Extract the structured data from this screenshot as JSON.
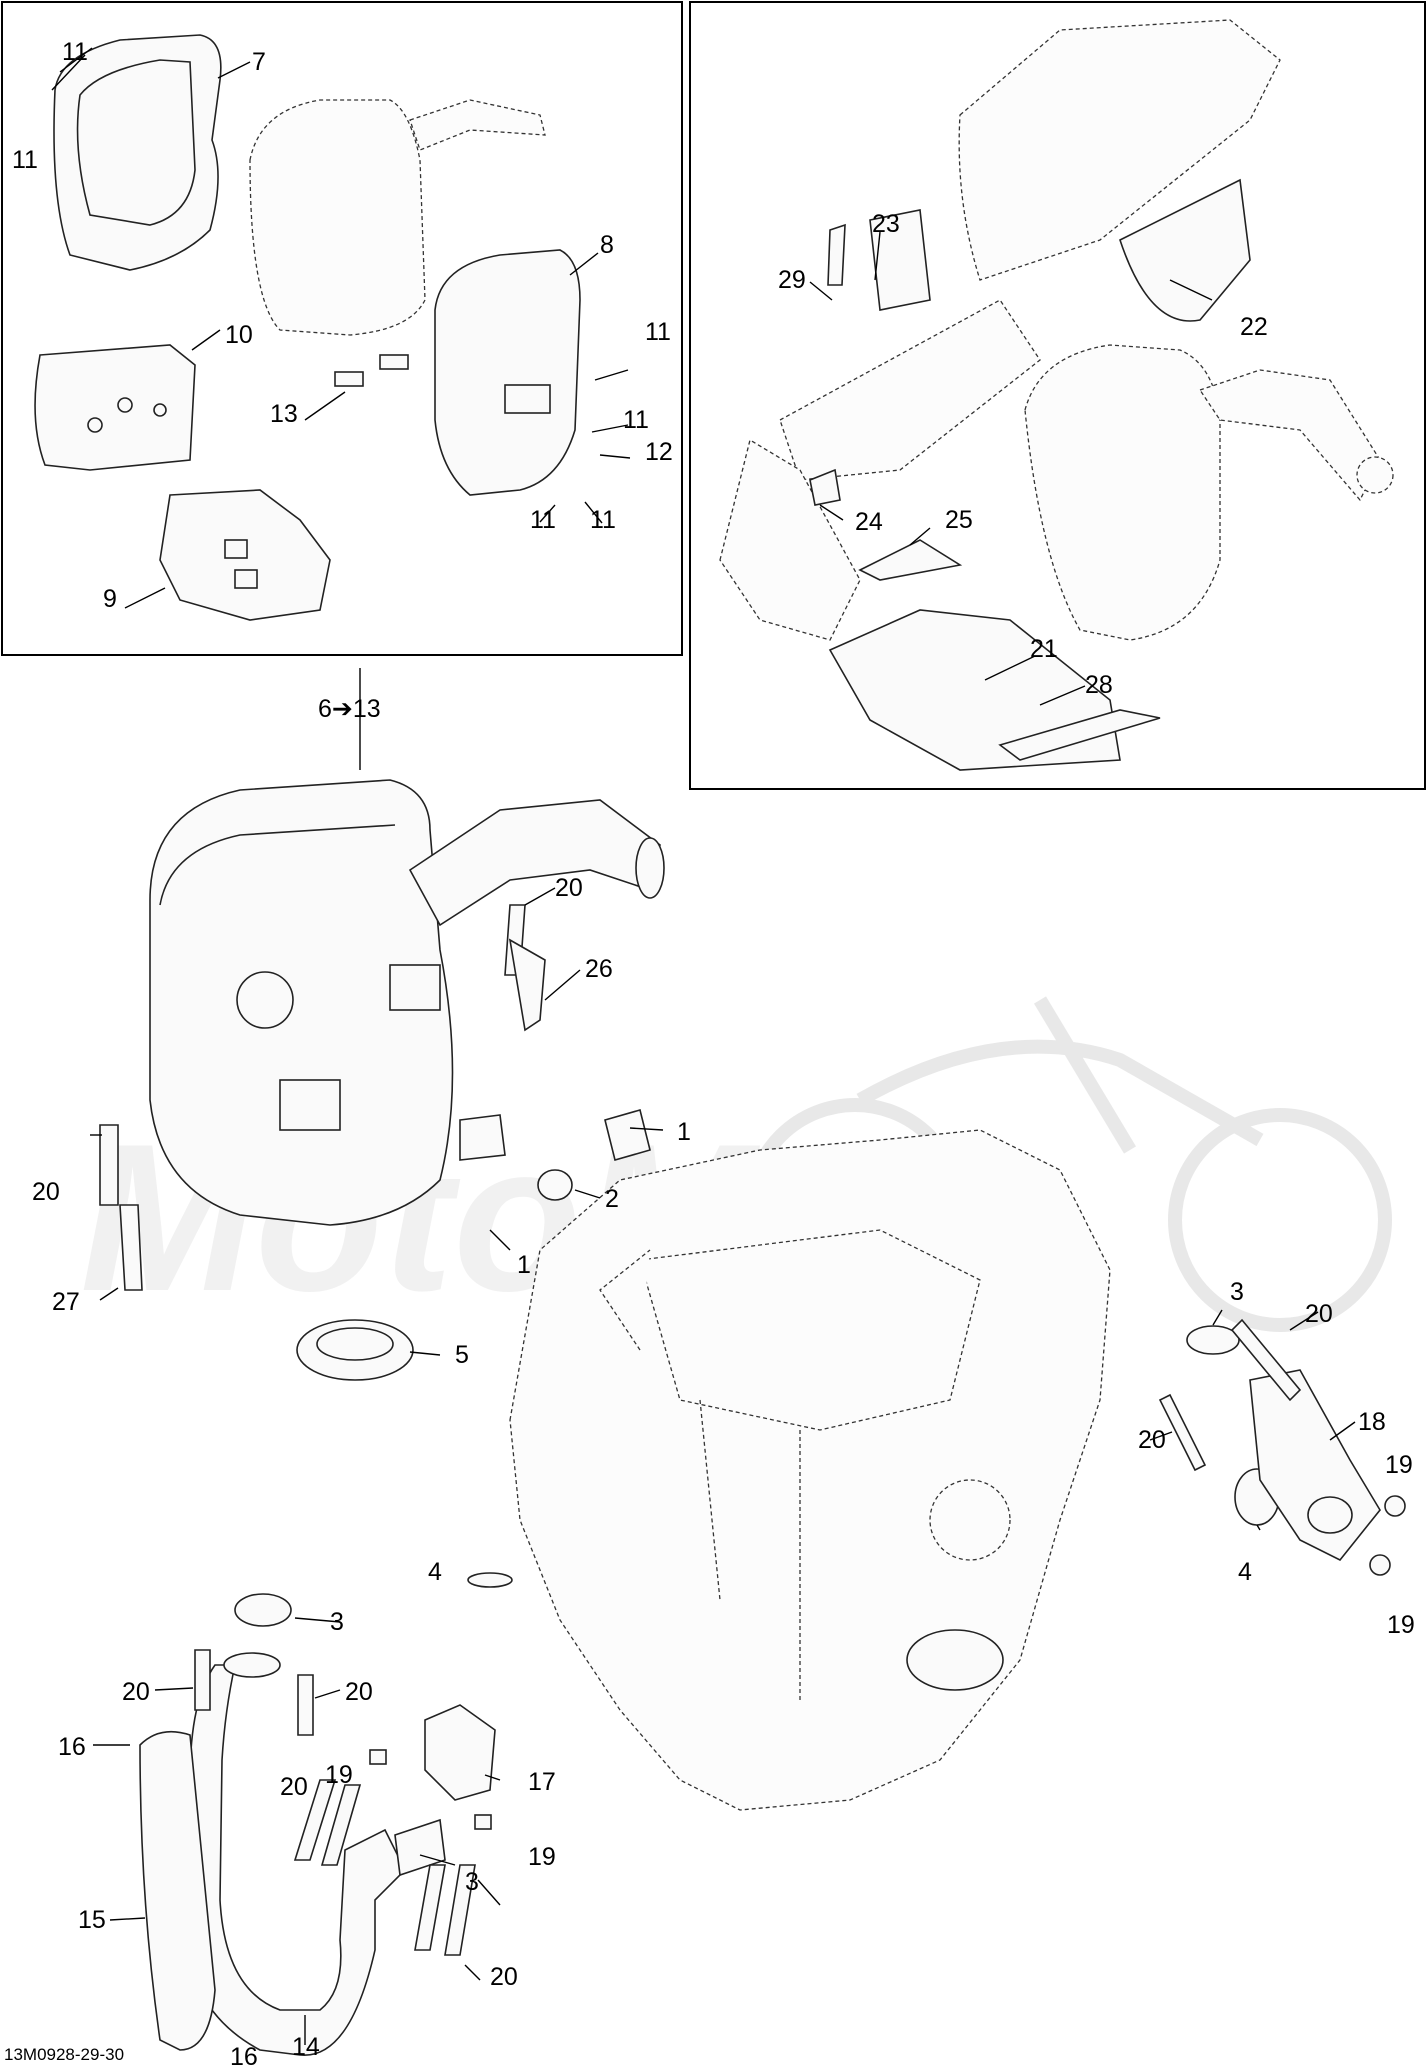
{
  "figure_code": "13M0928-29-30",
  "group_label": "6➔13",
  "watermark": "MotoMoto",
  "callouts": [
    {
      "id": "c11a",
      "text": "11"
    },
    {
      "id": "c11b",
      "text": "11"
    },
    {
      "id": "c7",
      "text": "7"
    },
    {
      "id": "c8",
      "text": "8"
    },
    {
      "id": "c10",
      "text": "10"
    },
    {
      "id": "c13",
      "text": "13"
    },
    {
      "id": "c11c",
      "text": "11"
    },
    {
      "id": "c11d",
      "text": "11"
    },
    {
      "id": "c12",
      "text": "12"
    },
    {
      "id": "c11e",
      "text": "11"
    },
    {
      "id": "c11f",
      "text": "11"
    },
    {
      "id": "c9",
      "text": "9"
    },
    {
      "id": "c23",
      "text": "23"
    },
    {
      "id": "c29",
      "text": "29"
    },
    {
      "id": "c22",
      "text": "22"
    },
    {
      "id": "c24",
      "text": "24"
    },
    {
      "id": "c25",
      "text": "25"
    },
    {
      "id": "c21",
      "text": "21"
    },
    {
      "id": "c28",
      "text": "28"
    },
    {
      "id": "c20a",
      "text": "20"
    },
    {
      "id": "c26",
      "text": "26"
    },
    {
      "id": "c1a",
      "text": "1"
    },
    {
      "id": "c2",
      "text": "2"
    },
    {
      "id": "c1b",
      "text": "1"
    },
    {
      "id": "c20b",
      "text": "20"
    },
    {
      "id": "c27",
      "text": "27"
    },
    {
      "id": "c5",
      "text": "5"
    },
    {
      "id": "c3a",
      "text": "3"
    },
    {
      "id": "c20c",
      "text": "20"
    },
    {
      "id": "c18",
      "text": "18"
    },
    {
      "id": "c20d",
      "text": "20"
    },
    {
      "id": "c19a",
      "text": "19"
    },
    {
      "id": "c4a",
      "text": "4"
    },
    {
      "id": "c19b",
      "text": "19"
    },
    {
      "id": "c3b",
      "text": "3"
    },
    {
      "id": "c4b",
      "text": "4"
    },
    {
      "id": "c20e",
      "text": "20"
    },
    {
      "id": "c20f",
      "text": "20"
    },
    {
      "id": "c16a",
      "text": "16"
    },
    {
      "id": "c19c",
      "text": "19"
    },
    {
      "id": "c17",
      "text": "17"
    },
    {
      "id": "c20g",
      "text": "20"
    },
    {
      "id": "c3c",
      "text": "3"
    },
    {
      "id": "c19d",
      "text": "19"
    },
    {
      "id": "c15",
      "text": "15"
    },
    {
      "id": "c20h",
      "text": "20"
    },
    {
      "id": "c14",
      "text": "14"
    },
    {
      "id": "c16b",
      "text": "16"
    }
  ]
}
